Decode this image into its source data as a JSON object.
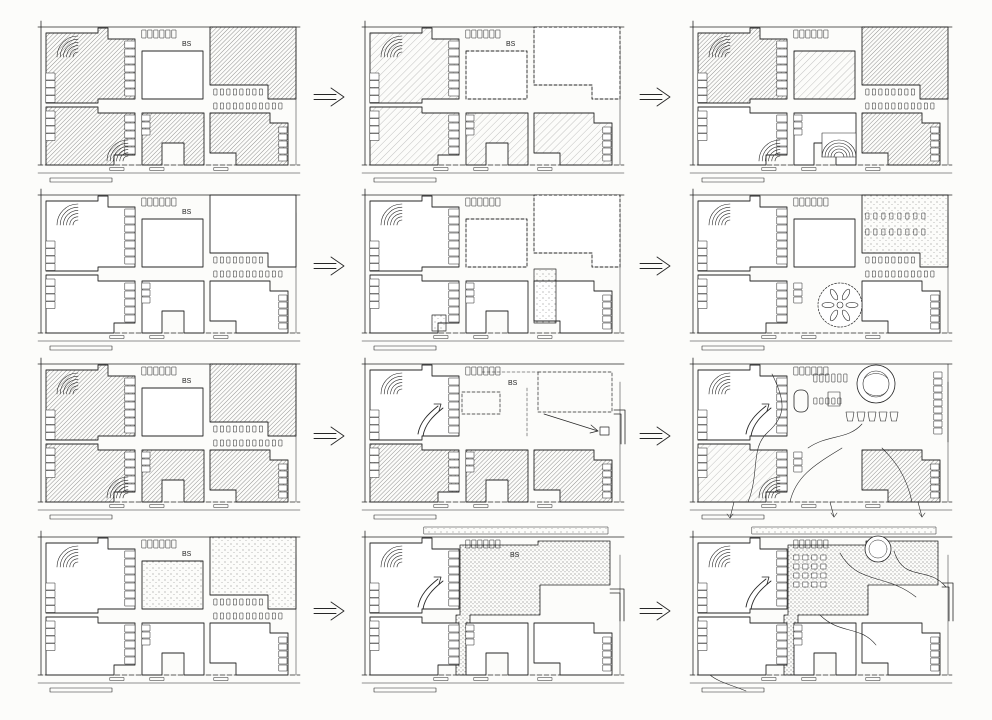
{
  "colors": {
    "ink": "#262626",
    "paper": "#fcfcfa"
  },
  "icons": {
    "arrow": "arrow-right-icon"
  },
  "rows": [
    {
      "panels": [
        {
          "label": "BS"
        },
        {
          "label": "BS"
        },
        {}
      ]
    },
    {
      "panels": [
        {
          "label": "BS"
        },
        {},
        {}
      ]
    },
    {
      "panels": [
        {
          "label": "BS"
        },
        {
          "label": "BS"
        },
        {}
      ]
    },
    {
      "panels": [
        {
          "label": "BS"
        },
        {
          "label": "BS"
        },
        {}
      ]
    }
  ]
}
